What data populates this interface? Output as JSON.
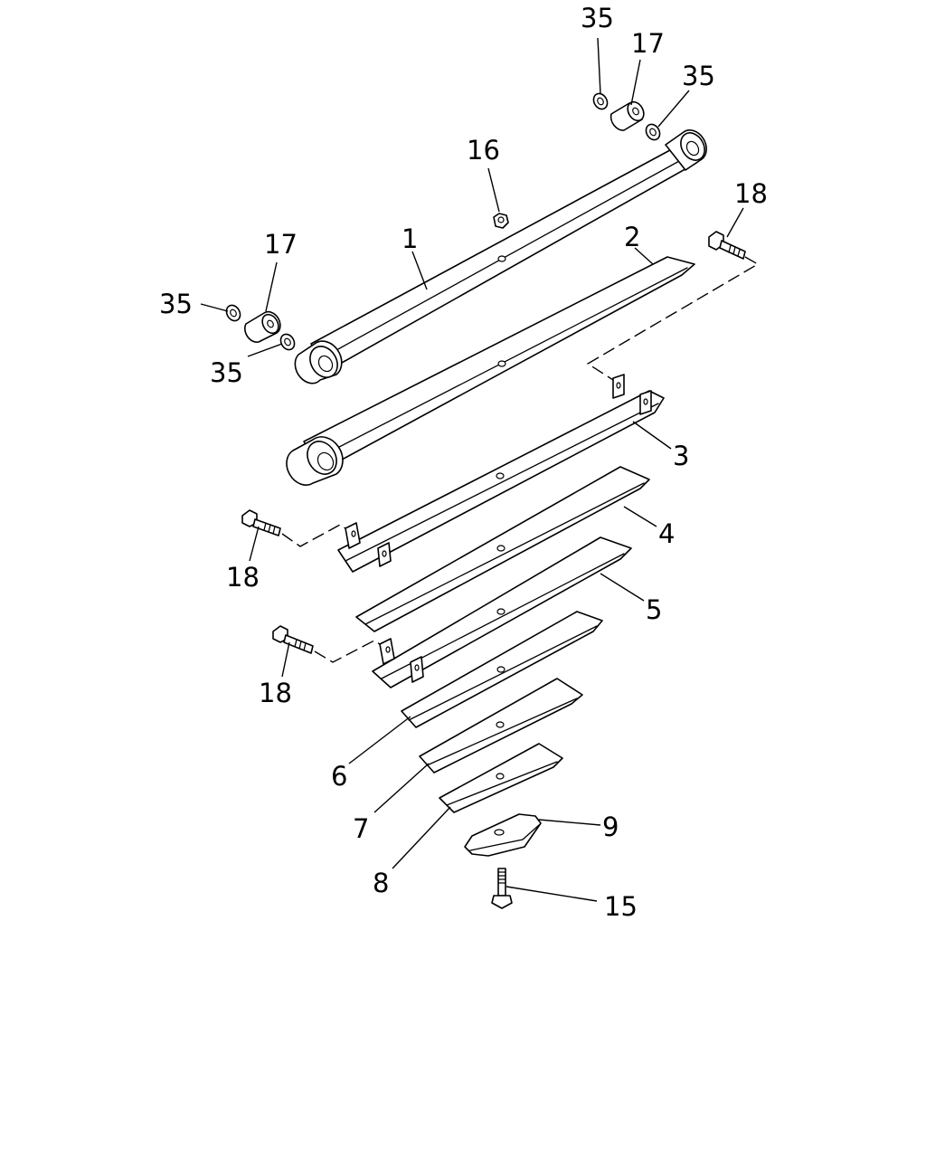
{
  "diagram": {
    "colors": {
      "line": "#000000",
      "background": "#ffffff"
    },
    "callouts": {
      "c35_top": "35",
      "c17_top": "17",
      "c35_topright": "35",
      "c16": "16",
      "c18_top": "18",
      "c17_left": "17",
      "c1": "1",
      "c2": "2",
      "c35_left": "35",
      "c35_left_lower": "35",
      "c3": "3",
      "c4": "4",
      "c18_mid": "18",
      "c5": "5",
      "c18_low": "18",
      "c6": "6",
      "c7": "7",
      "c9": "9",
      "c8": "8",
      "c15": "15"
    }
  }
}
